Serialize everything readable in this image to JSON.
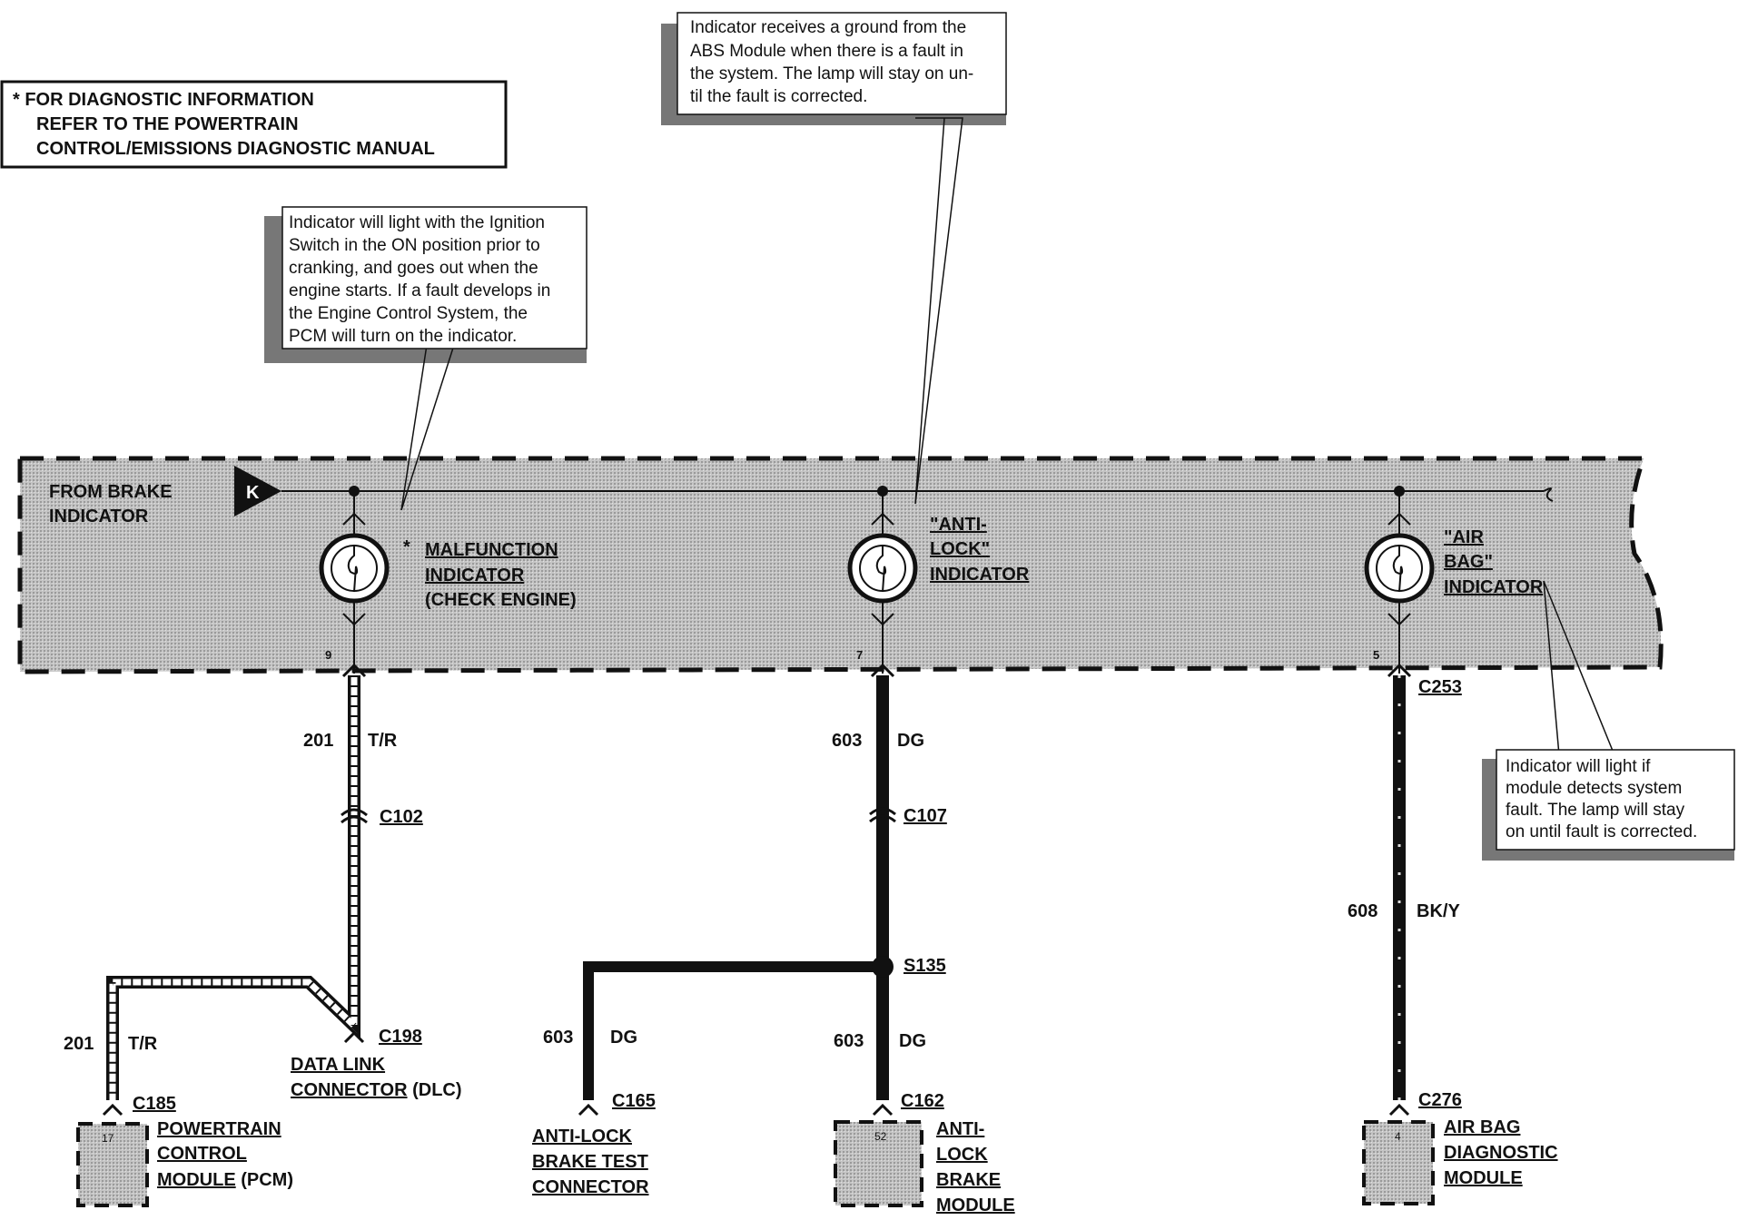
{
  "diagnostic_box": {
    "line1": "* FOR DIAGNOSTIC INFORMATION",
    "line2": "REFER TO THE POWERTRAIN",
    "line3": "CONTROL/EMISSIONS DIAGNOSTIC MANUAL"
  },
  "callouts": {
    "abs": [
      "Indicator receives a ground from the",
      "ABS Module when there is a fault in",
      "the system. The lamp will stay on un-",
      "til the fault is corrected."
    ],
    "malfunction": [
      "Indicator will light with the Ignition",
      "Switch in the ON position prior to",
      "cranking, and goes out when the",
      "engine starts. If a fault develops in",
      "the Engine Control System, the",
      "PCM will turn on the indicator."
    ],
    "airbag": [
      "Indicator will light if",
      "module detects system",
      "fault.  The lamp will stay",
      "on until fault is corrected."
    ]
  },
  "cluster": {
    "from_line1": "FROM BRAKE",
    "from_line2": "INDICATOR",
    "k_label": "K"
  },
  "indicators": {
    "malfunction": {
      "star": "*",
      "line1": "MALFUNCTION",
      "line2": "INDICATOR",
      "line3": "(CHECK ENGINE)",
      "pin": "9"
    },
    "antilock": {
      "line1": "\"ANTI-",
      "line2": "LOCK\"",
      "line3": "INDICATOR",
      "pin": "7"
    },
    "airbag": {
      "line1": "\"AIR",
      "line2": "BAG\"",
      "line3": "INDICATOR",
      "pin": "5"
    }
  },
  "wires": {
    "w201_top": {
      "circuit": "201",
      "color": "T/R"
    },
    "w201_bottom": {
      "circuit": "201",
      "color": "T/R"
    },
    "w603_top": {
      "circuit": "603",
      "color": "DG"
    },
    "w603_left": {
      "circuit": "603",
      "color": "DG"
    },
    "w603_bottom": {
      "circuit": "603",
      "color": "DG"
    },
    "w608": {
      "circuit": "608",
      "color": "BK/Y"
    }
  },
  "connectors": {
    "c102": "C102",
    "c107": "C107",
    "s135": "S135",
    "c253": "C253",
    "c198": "C198",
    "c185": "C185",
    "c165": "C165",
    "c162": "C162",
    "c276": "C276"
  },
  "components": {
    "dlc": {
      "line1": "DATA LINK",
      "line2a": "CONNECTOR",
      "line2b": " (DLC)"
    },
    "pcm": {
      "pin": "17",
      "line1": "POWERTRAIN",
      "line2": "CONTROL",
      "line3a": "MODULE",
      "line3b": " (PCM)"
    },
    "abtc": {
      "line1": "ANTI-LOCK",
      "line2": "BRAKE TEST",
      "line3": "CONNECTOR"
    },
    "abm": {
      "pin": "52",
      "line1": "ANTI-",
      "line2": "LOCK",
      "line3": "BRAKE",
      "line4": "MODULE"
    },
    "abdm": {
      "pin": "4",
      "line1": "AIR BAG",
      "line2": "DIAGNOSTIC",
      "line3": "MODULE"
    }
  }
}
